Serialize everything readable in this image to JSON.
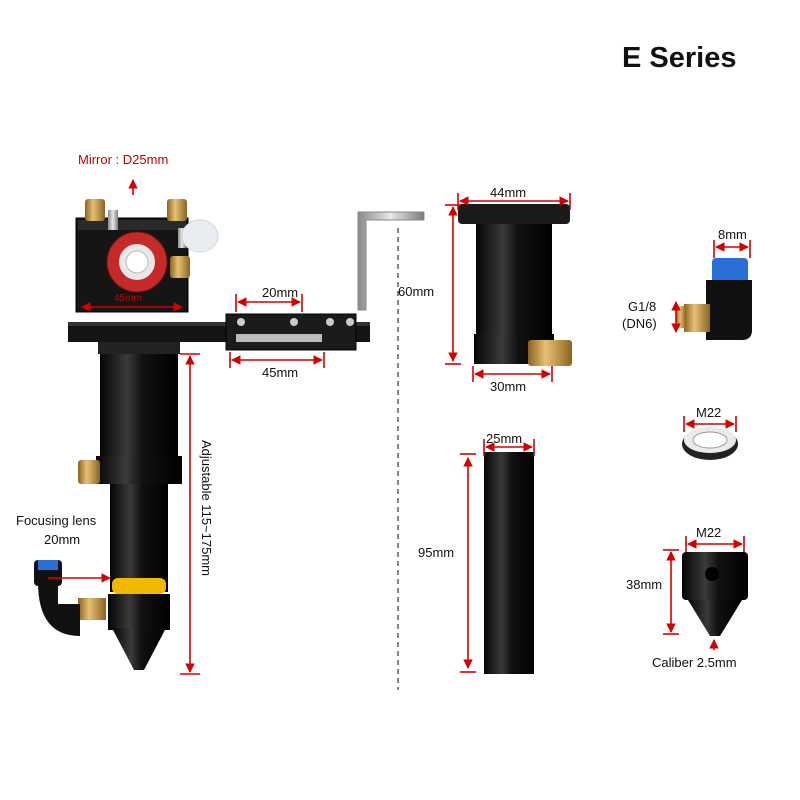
{
  "title": "E Series",
  "labels": {
    "mirror": "Mirror : D25mm",
    "mirror_width": "45mm",
    "slot_20": "20mm",
    "slot_45": "45mm",
    "adjustable": "Adjustable 115~175mm",
    "focusing_lens_1": "Focusing lens",
    "focusing_lens_2": "20mm",
    "tube_44": "44mm",
    "tube_60": "60mm",
    "tube_30": "30mm",
    "fitting_8": "8mm",
    "fitting_g18": "G1/8",
    "fitting_dn6": "(DN6)",
    "ring_m22": "M22",
    "tube_25": "25mm",
    "tube_95": "95mm",
    "nozzle_m22": "M22",
    "nozzle_38": "38mm",
    "nozzle_caliber": "Caliber 2.5mm"
  },
  "colors": {
    "metal_black": "#141414",
    "anodized_red": "#c42a2a",
    "brass": "#c99a3c",
    "dimension_red": "#d40000",
    "fitting_blue": "#2a6fd6",
    "lens_yellow": "#f2b800"
  }
}
